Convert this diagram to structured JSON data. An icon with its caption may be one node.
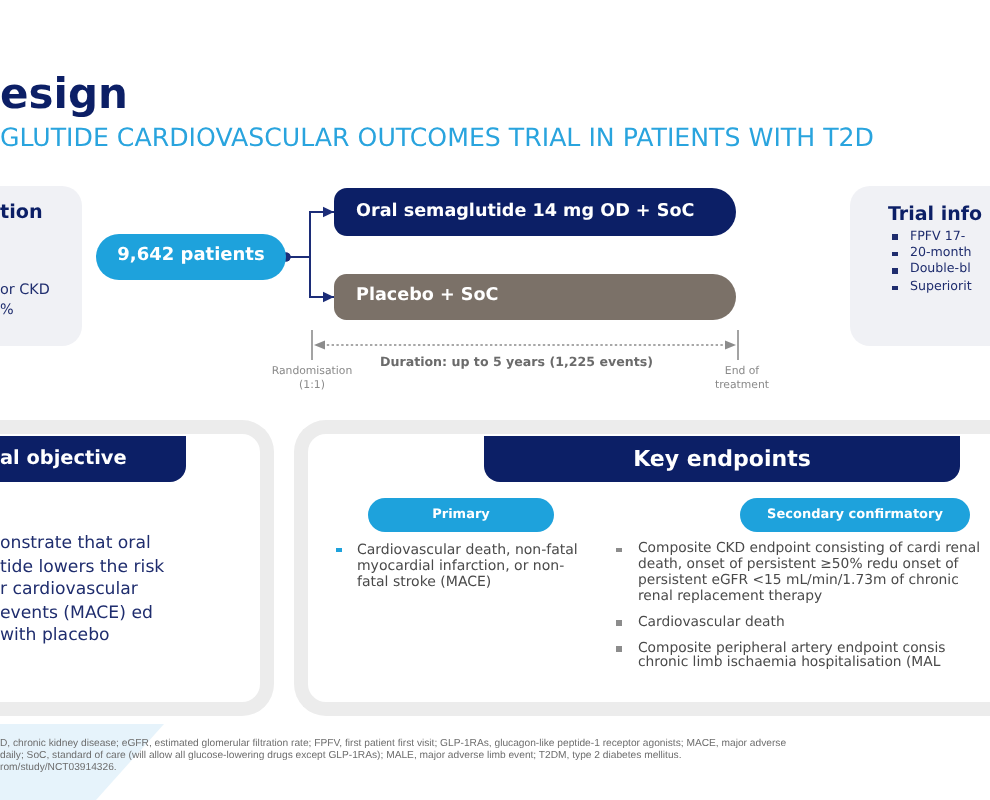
{
  "diagram": {
    "title": "esign",
    "nodes": [
      {
        "text": [
          "tion",
          "or CKD",
          "%"
        ]
      },
      {
        "text": [
          "9,642 patients"
        ]
      },
      {
        "text": [
          "Oral semaglutide 14 mg OD + SoC"
        ]
      },
      {
        "text": [
          "Placebo + SoC"
        ]
      },
      {
        "text": [
          "Trial info",
          "FPFV 17-",
          "20-month",
          "Double-bl",
          "Superiorit"
        ]
      },
      {
        "text": [
          "onstrate that oral tide lowers the risk r cardiovascular events (MACE) ed with placebo"
        ]
      },
      {
        "text": [
          "al objective"
        ],
        "in": 5
      },
      {
        "text": [
          "Cardiovascular death, non-fatal myocardial infarction, or non-fatal stroke (MACE)",
          "Composite CKD endpoint consisting of cardi renal death, onset of persistent ≥50% redu onset of persistent eGFR <15 mL/min/1.73m of chronic renal replacement therapy",
          "Cardiovascular death",
          "Composite peripheral artery endpoint consis chronic limb ischaemia hospitalisation (MAL"
        ]
      },
      {
        "text": [
          "Key endpoints"
        ],
        "in": 7
      },
      {
        "text": [
          "Primary"
        ],
        "in": 7
      },
      {
        "text": [
          "Secondary confirmatory"
        ],
        "in": 7
      }
    ],
    "edges": [
      {
        "from": 1,
        "to": 2,
        "arrow": "to"
      },
      {
        "from": 1,
        "to": 3,
        "arrow": "to"
      }
    ],
    "labels": [
      "GLUTIDE CARDIOVASCULAR OUTCOMES TRIAL IN PATIENTS WITH T2D",
      "Randomisation (1:1)",
      "Duration: up to 5 years (1,225 events)",
      "End of treatment",
      "D, chronic kidney disease; eGFR, estimated glomerular filtration rate; FPFV, first patient first visit; GLP-1RAs, glucagon-like peptide-1 receptor agonists; MACE, major adverse",
      "daily; SoC, standard of care (will allow all glucose-lowering drugs except GLP-1RAs); MALE, major adverse limb event; T2DM, type 2 diabetes mellitus.",
      "rom/study/NCT03914326."
    ]
  }
}
